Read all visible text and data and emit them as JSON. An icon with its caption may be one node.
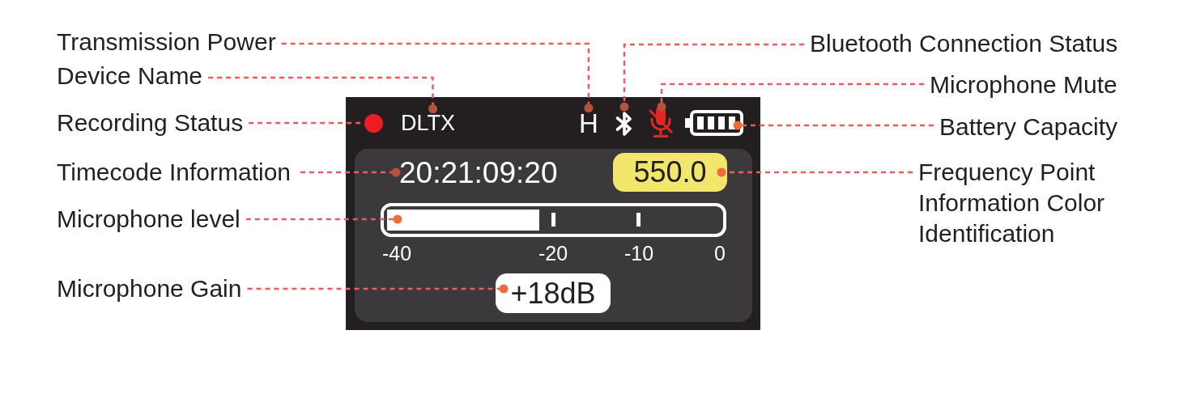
{
  "diagram": {
    "nodes": [
      {
        "text": [
          "Transmission Power"
        ]
      },
      {
        "text": [
          "Device Name"
        ]
      },
      {
        "text": [
          "Recording Status"
        ]
      },
      {
        "text": [
          "Timecode Information"
        ]
      },
      {
        "text": [
          "Microphone level"
        ]
      },
      {
        "text": [
          "Microphone Gain"
        ]
      },
      {
        "text": [
          "Bluetooth Connection Status"
        ]
      },
      {
        "text": [
          "Microphone Mute"
        ]
      },
      {
        "text": [
          "Battery Capacity"
        ]
      },
      {
        "text": [
          "Frequency Point Information Color Identification"
        ]
      },
      {
        "text": [],
        "shape": "box"
      },
      {
        "text": [],
        "shape": "box",
        "in": 10
      },
      {
        "text": [],
        "shape": "circle",
        "in": 10
      },
      {
        "text": [
          "DLTX"
        ],
        "in": 10
      },
      {
        "text": [
          "H"
        ],
        "in": 10
      },
      {
        "text": [],
        "shape": "picture",
        "in": 10
      },
      {
        "text": [],
        "shape": "picture",
        "in": 10
      },
      {
        "text": [],
        "shape": "picture",
        "in": 10
      },
      {
        "text": [
          "20:21:09:20"
        ],
        "in": 11
      },
      {
        "text": [
          "550.0"
        ],
        "in": 11
      },
      {
        "text": [],
        "shape": "bar",
        "in": 11,
        "beside": [
          "-40",
          "-20",
          "-10",
          "0"
        ]
      },
      {
        "text": [
          "+18dB"
        ],
        "in": 11
      }
    ],
    "edges": [
      {
        "from": 0,
        "to": 14,
        "arrow": "other",
        "style": "dashed"
      },
      {
        "from": 1,
        "to": 13,
        "arrow": "other",
        "style": "dashed"
      },
      {
        "from": 2,
        "to": 12,
        "arrow": "none",
        "style": "dashed"
      },
      {
        "from": 3,
        "to": 18,
        "arrow": "other",
        "style": "dashed"
      },
      {
        "from": 4,
        "to": 20,
        "arrow": "other",
        "style": "dashed"
      },
      {
        "from": 5,
        "to": 21,
        "arrow": "other",
        "style": "dashed"
      },
      {
        "from": 6,
        "to": 15,
        "arrow": "other",
        "style": "dashed"
      },
      {
        "from": 7,
        "to": 16,
        "arrow": "other",
        "style": "dashed"
      },
      {
        "from": 8,
        "to": 17,
        "arrow": "other",
        "style": "dashed"
      },
      {
        "from": 9,
        "to": 19,
        "arrow": "other",
        "style": "dashed"
      }
    ]
  }
}
